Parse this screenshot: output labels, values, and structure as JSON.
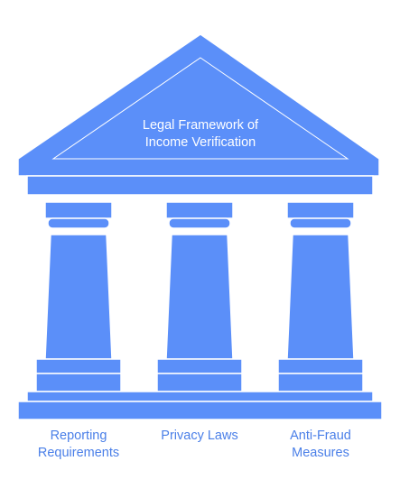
{
  "title": {
    "line1": "Legal Framework of",
    "line2": "Income Verification"
  },
  "pillars": [
    {
      "line1": "Reporting",
      "line2": "Requirements"
    },
    {
      "line1": "Privacy Laws",
      "line2": ""
    },
    {
      "line1": "Anti-Fraud",
      "line2": "Measures"
    }
  ],
  "colors": {
    "fill": "#5b8ff9",
    "stroke": "#4a7fe8",
    "label": "#4a7fe8"
  }
}
